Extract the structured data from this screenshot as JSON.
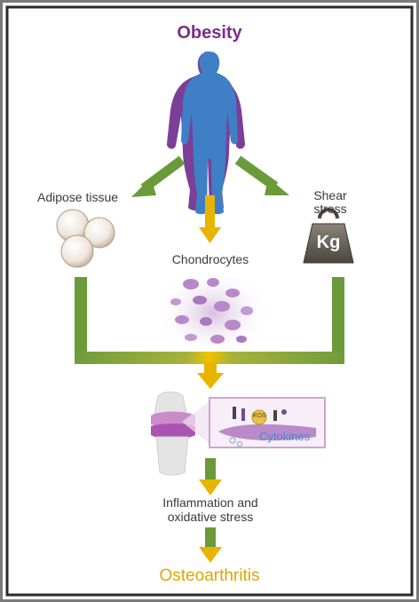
{
  "diagram": {
    "title": "Obesity",
    "left_label": "Adipose tissue",
    "right_label_line1": "Shear",
    "right_label_line2": "stress",
    "weight_label": "Kg",
    "center_label": "Chondrocytes",
    "ros_label": "ROS",
    "cytokines_label": "Cytokines",
    "inflammation_line1": "Inflammation and",
    "inflammation_line2": "oxidative stress",
    "outcome": "Osteoarthritis",
    "colors": {
      "title": "#7b2d8b",
      "outcome": "#e0a500",
      "green_arrow": "#6a9a3a",
      "yellow_arrow": "#e8b400",
      "body_blue": "#3f7fc6",
      "body_purple": "#7b3f97",
      "chondrocyte": "#b889c9"
    }
  }
}
